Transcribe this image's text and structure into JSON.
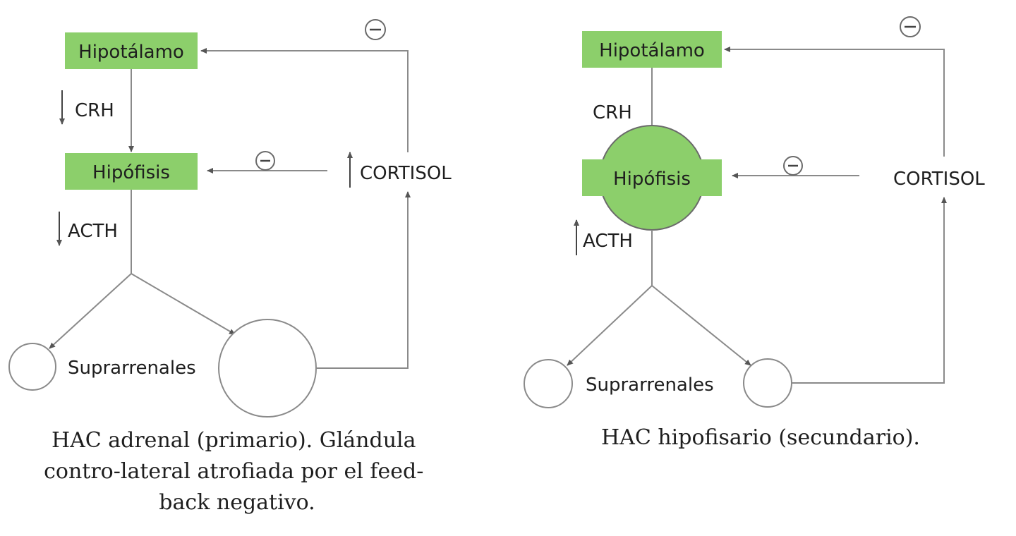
{
  "colors": {
    "box_fill": "#8ccf6b",
    "line": "#8a8a8a",
    "text": "#1e1e1e"
  },
  "left": {
    "hipotalamo": "Hipotálamo",
    "hipofisis": "Hipófisis",
    "crh": "CRH",
    "acth": "ACTH",
    "cortisol": "CORTISOL",
    "suprarrenales": "Suprarrenales",
    "caption_lines": [
      "HAC adrenal (primario). Glándula",
      "contro-lateral atrofiada por el feed-",
      "back negativo."
    ]
  },
  "right": {
    "hipotalamo": "Hipotálamo",
    "hipofisis": "Hipófisis",
    "crh": "CRH",
    "acth": "ACTH",
    "cortisol": "CORTISOL",
    "suprarrenales": "Suprarrenales",
    "caption_lines": [
      "HAC hipofisario (secundario)."
    ]
  }
}
